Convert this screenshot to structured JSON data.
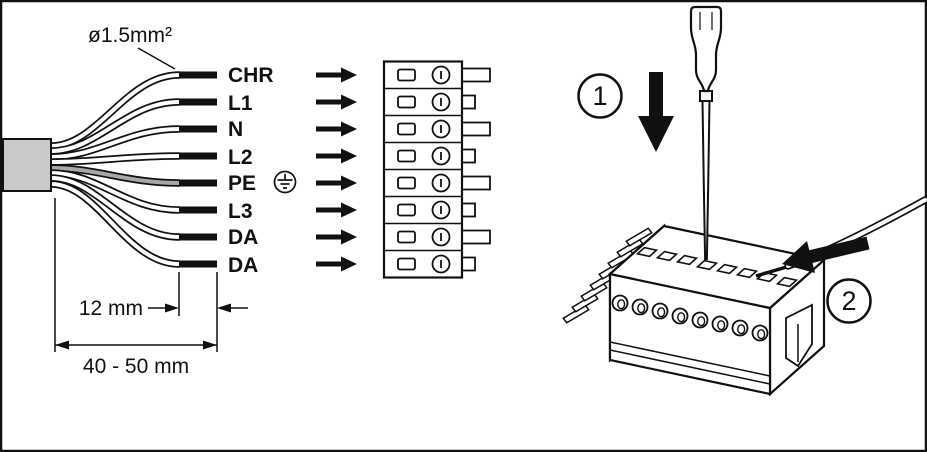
{
  "figure": {
    "background": "#ffffff",
    "line_color": "#111111",
    "cable_sheath_color": "#c9c9c9"
  },
  "cable": {
    "gauge_label": "ø1.5mm²",
    "wires": [
      {
        "label": "CHR"
      },
      {
        "label": "L1"
      },
      {
        "label": "N"
      },
      {
        "label": "L2"
      },
      {
        "label": "PE",
        "symbol": "protective-earth"
      },
      {
        "label": "L3"
      },
      {
        "label": "DA"
      },
      {
        "label": "DA"
      }
    ]
  },
  "dimensions": {
    "strip_length": "12 mm",
    "overall": "40 - 50 mm"
  },
  "steps": {
    "step1": "1",
    "step2": "2"
  }
}
